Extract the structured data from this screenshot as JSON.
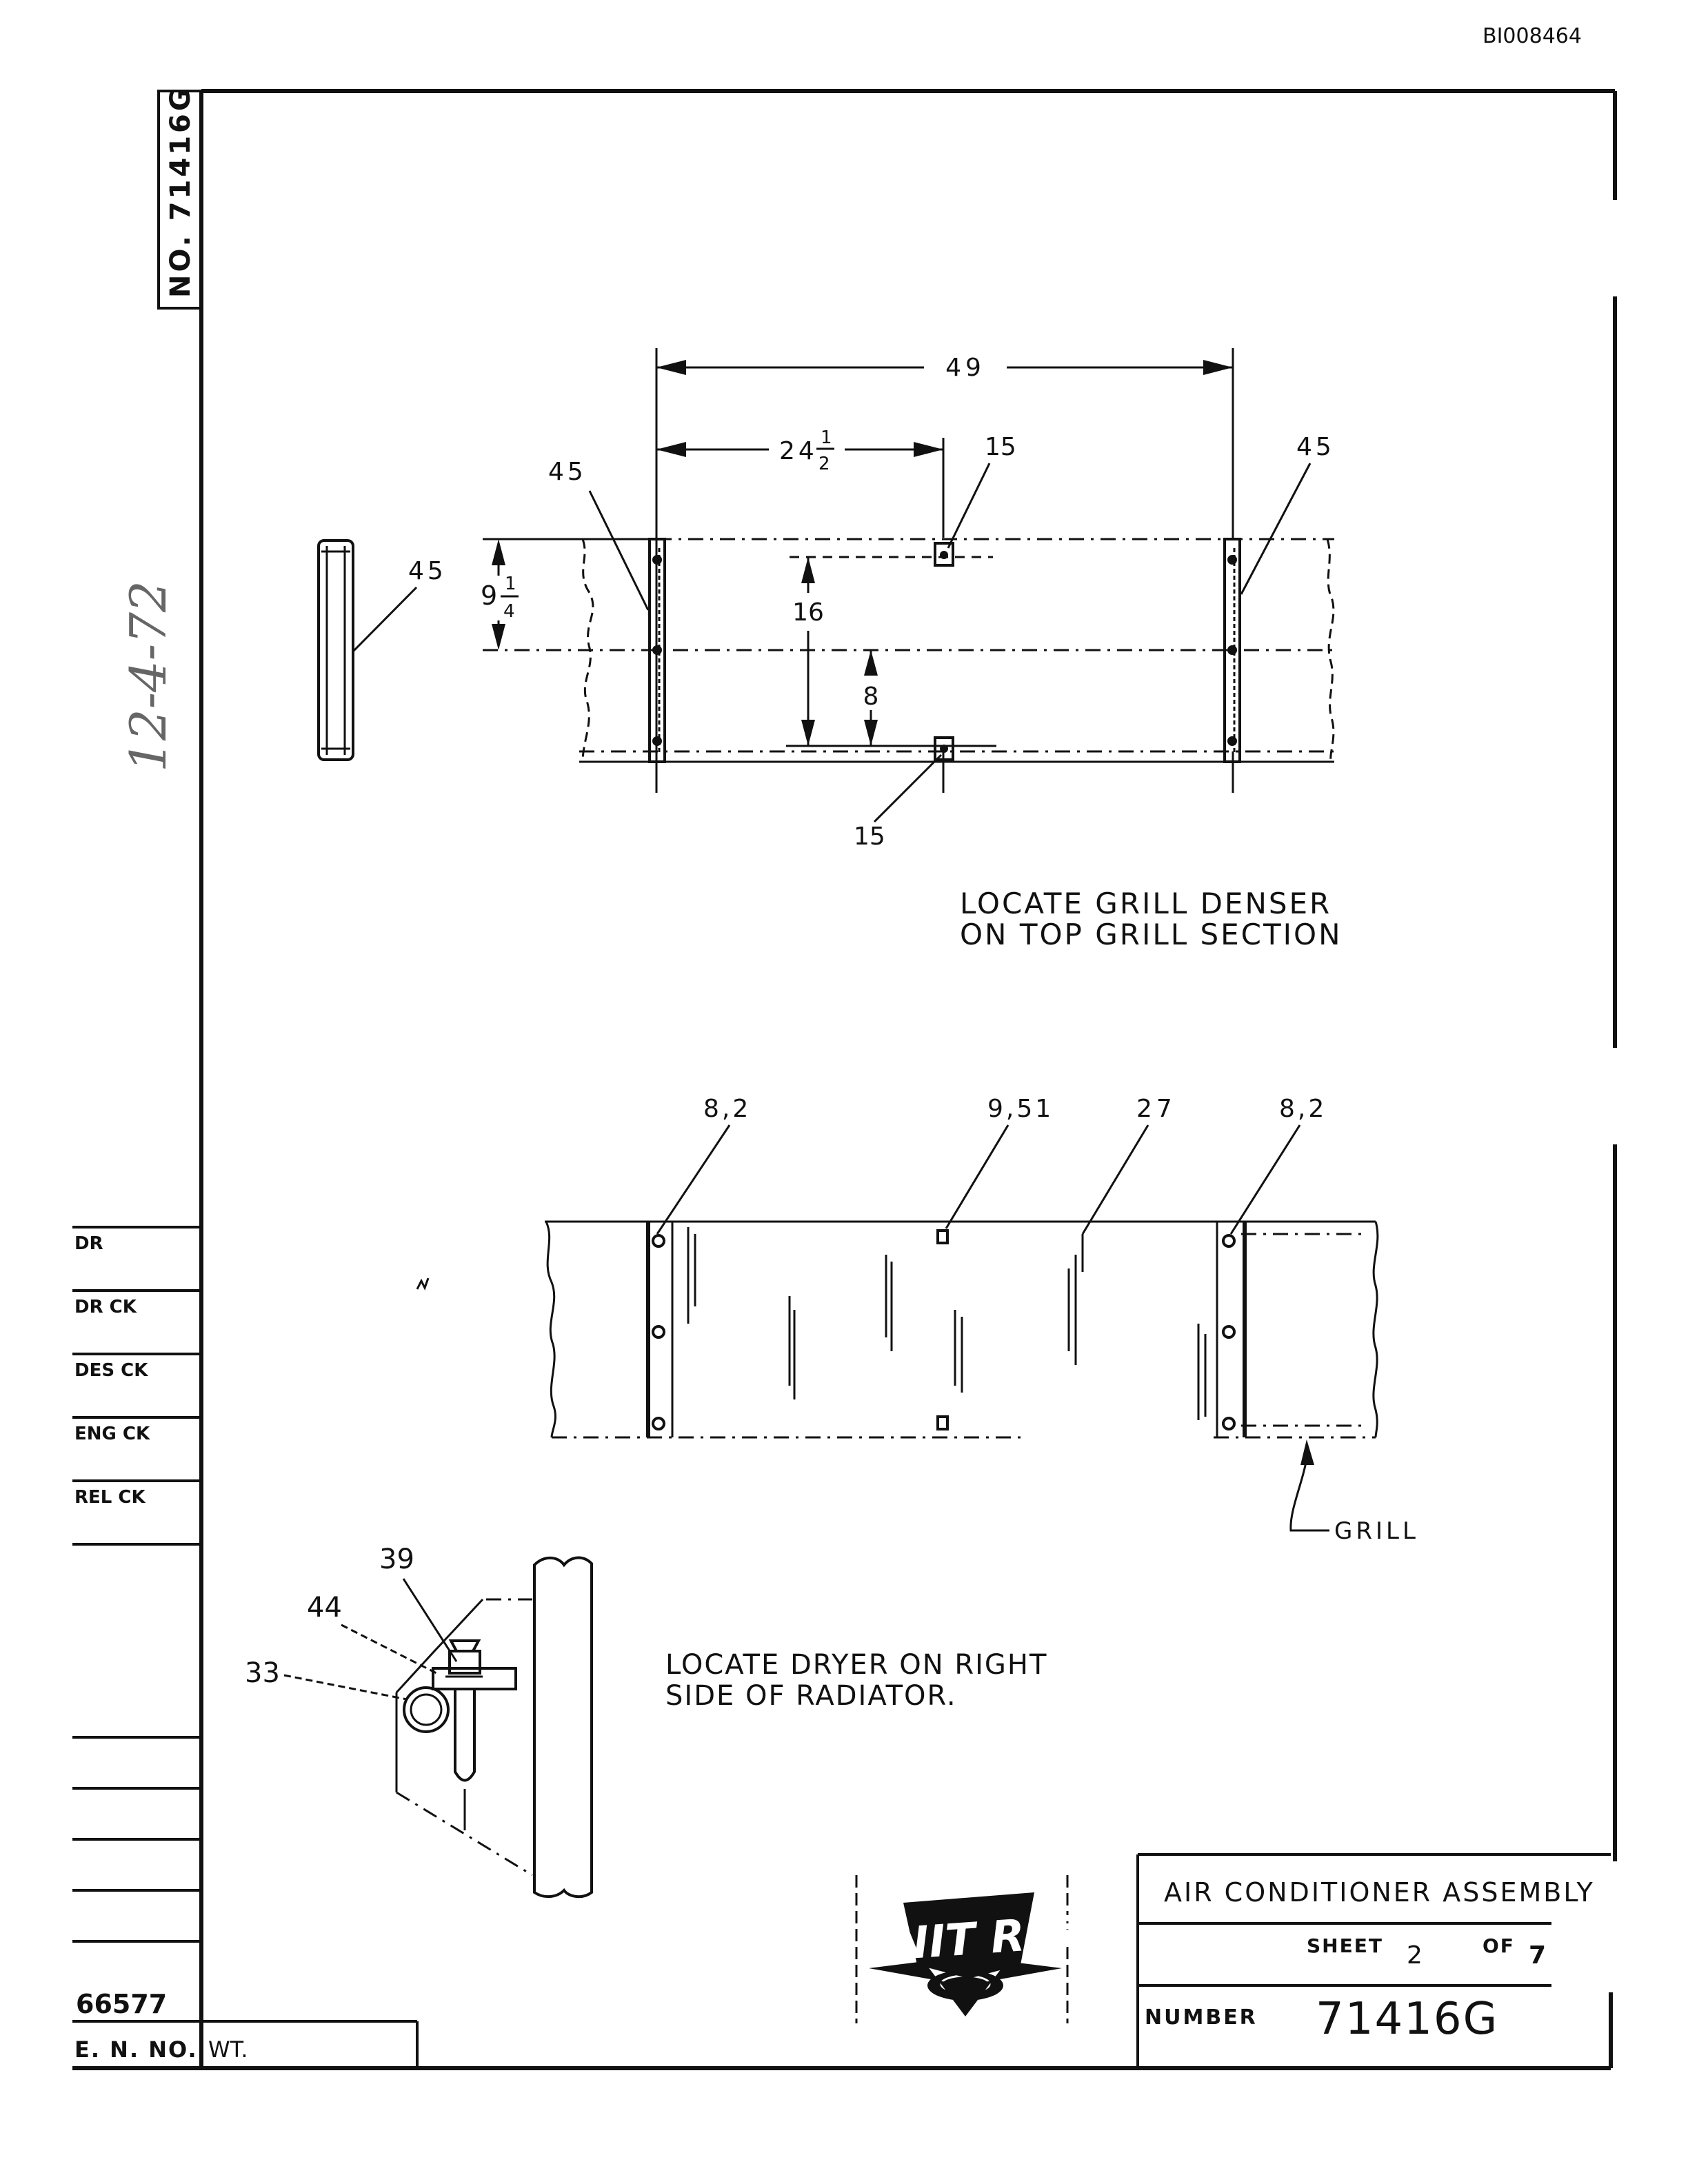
{
  "doc_id": "BI008464",
  "side_number": "NO. 71416G",
  "handwritten_note": "12-4-72",
  "view_top": {
    "dims": {
      "overall": "49",
      "half_whole": "24",
      "half_num": "1",
      "half_den": "2",
      "height_whole": "9",
      "height_num": "1",
      "height_den": "4",
      "span": "16",
      "offset": "8"
    },
    "callouts": {
      "left": "45",
      "right": "45",
      "side": "45",
      "top_center": "15",
      "bottom_center": "15"
    },
    "note_line1": "LOCATE GRILL DENSER",
    "note_line2": "ON TOP GRILL SECTION"
  },
  "view_mid": {
    "callouts": {
      "left": "8,2",
      "center": "9,51",
      "panel": "27",
      "right": "8,2"
    },
    "grill_label": "GRILL"
  },
  "view_dryer": {
    "callouts": {
      "c39": "39",
      "c44": "44",
      "c33": "33"
    },
    "note_line1": "LOCATE DRYER ON RIGHT",
    "note_line2": "SIDE OF RADIATOR."
  },
  "approvals": [
    "DR",
    "DR CK",
    "DES CK",
    "ENG CK",
    "REL CK"
  ],
  "en_number": "66577",
  "en_label": "E. N. NO.",
  "wt_label": "WT.",
  "logo_text": "UNIT RIG",
  "title_block": {
    "title": "AIR CONDITIONER ASSEMBLY",
    "sheet_label": "SHEET",
    "sheet_num": "2",
    "of_label": "OF",
    "sheet_total": "7",
    "number_label": "NUMBER",
    "number": "71416G"
  }
}
